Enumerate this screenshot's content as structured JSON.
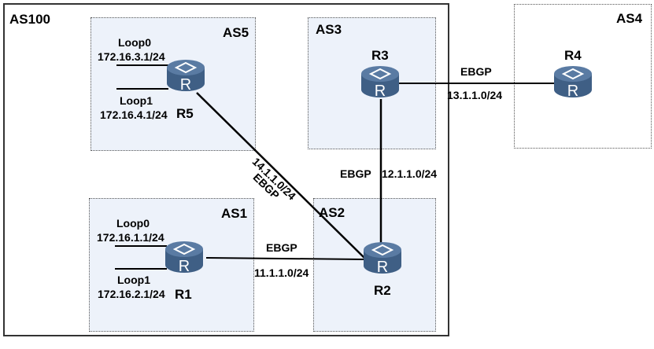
{
  "diagram": {
    "areas": {
      "as100": "AS100",
      "as5": "AS5",
      "as3": "AS3",
      "as1": "AS1",
      "as2": "AS2",
      "as4": "AS4"
    },
    "routers": {
      "r1": {
        "name": "R1",
        "icon": "router-icon"
      },
      "r2": {
        "name": "R2",
        "icon": "router-icon"
      },
      "r3": {
        "name": "R3",
        "icon": "router-icon"
      },
      "r4": {
        "name": "R4",
        "icon": "router-icon"
      },
      "r5": {
        "name": "R5",
        "icon": "router-icon"
      }
    },
    "loopbacks": {
      "r5_loop0_name": "Loop0",
      "r5_loop0_ip": "172.16.3.1/24",
      "r5_loop1_name": "Loop1",
      "r5_loop1_ip": "172.16.4.1/24",
      "r1_loop0_name": "Loop0",
      "r1_loop0_ip": "172.16.1.1/24",
      "r1_loop1_name": "Loop1",
      "r1_loop1_ip": "172.16.2.1/24"
    },
    "links": {
      "r3_r4": {
        "protocol": "EBGP",
        "subnet": "13.1.1.0/24"
      },
      "r2_r3": {
        "protocol": "EBGP",
        "subnet": "12.1.1.0/24"
      },
      "r5_r2": {
        "protocol": "EBGP",
        "subnet": "14.1.1.0/24"
      },
      "r1_r2": {
        "protocol": "EBGP",
        "subnet": "11.1.1.0/24"
      }
    },
    "colors": {
      "router_body": "#3f5f85",
      "router_top": "#5a7ba3",
      "inner_area_fill": "#edf2fa"
    }
  }
}
